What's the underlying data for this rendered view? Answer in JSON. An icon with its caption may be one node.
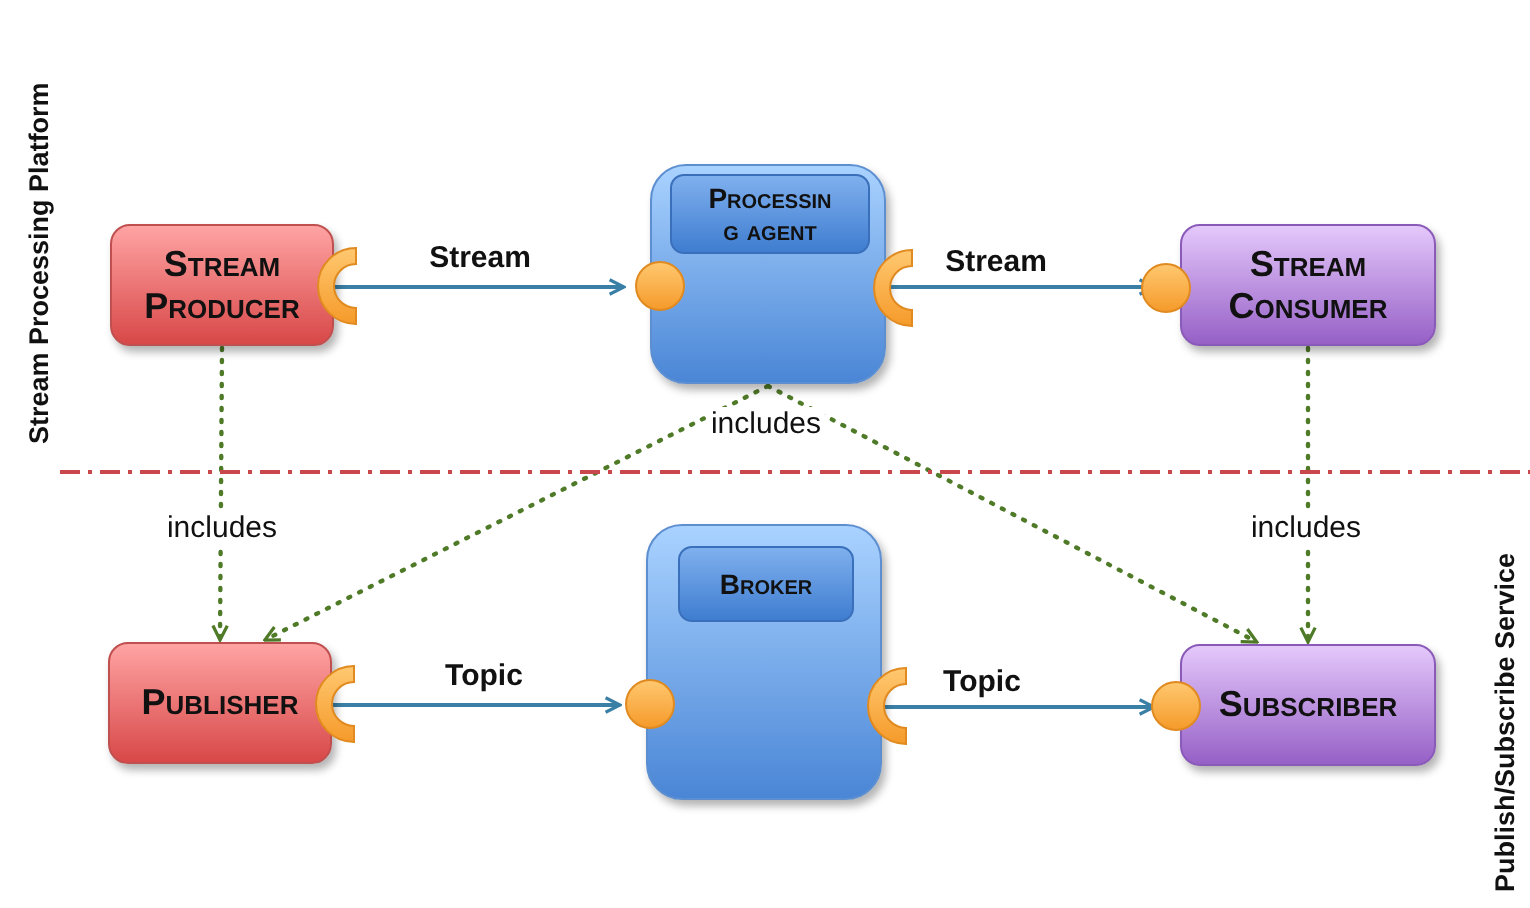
{
  "diagram": {
    "nodes": [
      {
        "text": [
          "Stream Producer"
        ]
      },
      {
        "text": [],
        "shape": "box"
      },
      {
        "text": [
          "Processin g agent"
        ],
        "in": 1
      },
      {
        "text": [
          "Stream Consumer"
        ]
      },
      {
        "text": [
          "Publisher"
        ]
      },
      {
        "text": [],
        "shape": "box"
      },
      {
        "text": [
          "Broker"
        ],
        "in": 5
      },
      {
        "text": [
          "Subscriber"
        ]
      }
    ],
    "edges": [
      {
        "from": 0,
        "to": 1,
        "arrow": "to",
        "label": "Stream"
      },
      {
        "from": 1,
        "to": 3,
        "arrow": "to",
        "label": "Stream"
      },
      {
        "from": 4,
        "to": 5,
        "arrow": "to",
        "label": "Topic"
      },
      {
        "from": 5,
        "to": 7,
        "arrow": "to",
        "label": "Topic"
      },
      {
        "from": 0,
        "to": 4,
        "arrow": "to",
        "label": "includes",
        "style": "dashed",
        "color": "#4f7a28"
      },
      {
        "from": 1,
        "to": 4,
        "arrow": "to",
        "label": "includes",
        "style": "dashed",
        "color": "#4f7a28"
      },
      {
        "from": 1,
        "to": 7,
        "arrow": "to",
        "style": "dashed",
        "color": "#4f7a28"
      },
      {
        "from": 3,
        "to": 7,
        "arrow": "to",
        "label": "includes",
        "style": "dashed",
        "color": "#4f7a28"
      }
    ],
    "labels": [
      "Stream Processing Platform",
      "Publish/Subscribe Service"
    ]
  }
}
